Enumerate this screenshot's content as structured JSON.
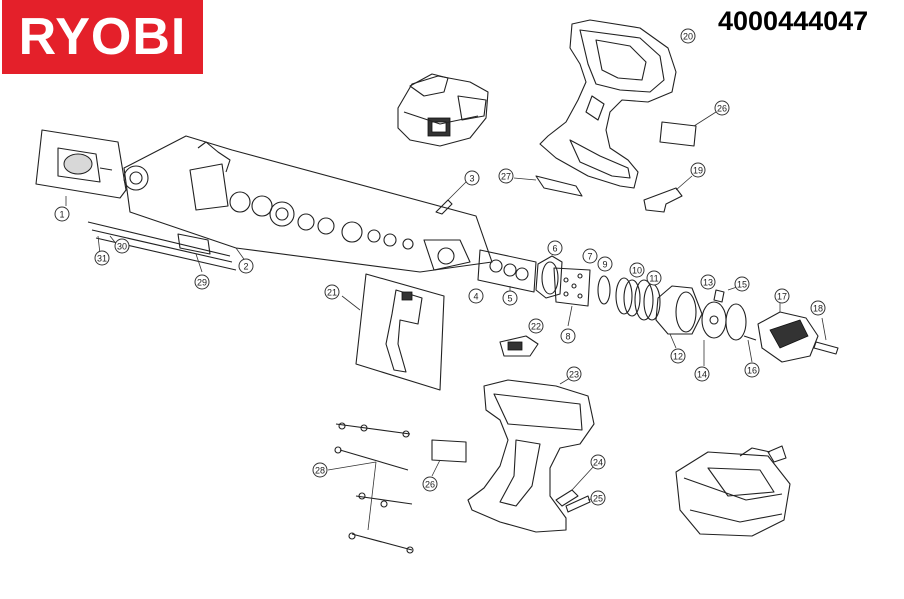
{
  "brand": {
    "logo_text": "RYOBI",
    "logo_color": "#e4202a"
  },
  "part_number": "4000444047",
  "callouts": [
    "1",
    "2",
    "3",
    "4",
    "5",
    "6",
    "7",
    "8",
    "9",
    "10",
    "11",
    "12",
    "13",
    "14",
    "15",
    "16",
    "17",
    "18",
    "19",
    "20",
    "21",
    "22",
    "23",
    "24",
    "25",
    "26",
    "26",
    "27",
    "28",
    "29",
    "30",
    "31"
  ],
  "icons": {
    "battery": "battery-pack-icon",
    "charger": "charger-icon",
    "chuck": "chuck-icon",
    "motor": "motor-icon",
    "housing": "housing-half-icon"
  }
}
